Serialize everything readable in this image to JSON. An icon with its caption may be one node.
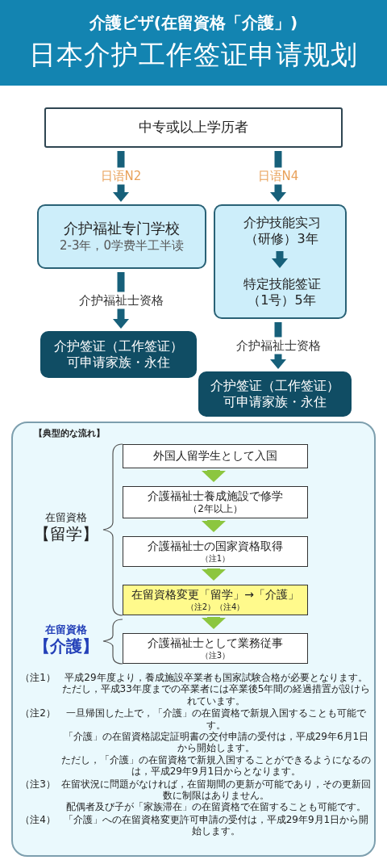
{
  "diagram": {
    "title": "日本介护工作签证申请规划",
    "nodes": [
      {
        "text": [
          "中专或以上学历者"
        ]
      },
      {
        "text": [
          "介护福祉专门学校",
          "2-3年，0学费半工半读"
        ]
      },
      {
        "text": [],
        "shape": "box"
      },
      {
        "text": [
          "介护技能实习（研修）3年"
        ],
        "in": 2
      },
      {
        "text": [
          "特定技能签证（1号）5年"
        ],
        "in": 2
      },
      {
        "text": [
          "介护签证（工作签证）可申请家族・永住"
        ]
      },
      {
        "text": [
          "介护签证（工作签证）可申请家族・永住"
        ]
      },
      {
        "text": [
          "【典型的な流れ】"
        ]
      },
      {
        "text": [
          "外国人留学生として入国"
        ],
        "in": 7
      },
      {
        "text": [
          "介護福祉士養成施設で修学",
          "（2年以上）"
        ],
        "in": 7
      },
      {
        "text": [
          "介護福祉士の国家資格取得",
          "（注1）"
        ],
        "in": 7
      },
      {
        "text": [
          "在留資格変更「留学」→「介護」",
          "（注2）（注4）"
        ],
        "in": 7
      },
      {
        "text": [
          "介護福祉士として業務従事",
          "（注3）"
        ],
        "in": 7
      }
    ],
    "edges": [
      {
        "from": 0,
        "to": 1,
        "arrow": "to",
        "label": "日语N2"
      },
      {
        "from": 0,
        "to": 2,
        "arrow": "to",
        "label": "日语N4"
      },
      {
        "from": 3,
        "to": 4,
        "arrow": "to"
      },
      {
        "from": 1,
        "to": 5,
        "arrow": "to",
        "label": "介护福祉士资格"
      },
      {
        "from": 2,
        "to": 6,
        "arrow": "to",
        "label": "介护福祉士资格"
      },
      {
        "from": 8,
        "to": 9,
        "arrow": "to",
        "color": "#8cc63f"
      },
      {
        "from": 9,
        "to": 10,
        "arrow": "to",
        "color": "#8cc63f"
      },
      {
        "from": 10,
        "to": 11,
        "arrow": "to",
        "color": "#8cc63f"
      },
      {
        "from": 11,
        "to": 12,
        "arrow": "to",
        "color": "#8cc63f"
      }
    ],
    "labels": [
      "介護ビザ(在留資格「介護」)",
      "在留資格",
      "【留学】",
      "在留資格",
      "【介護】",
      "（注1）",
      "平成29年度より，養成施設卒業者も国家試験合格が必要となります。",
      "ただし，平成33年度までの卒業者には卒業後5年間の経過措置が設けられています。",
      "（注2）",
      "一旦帰国した上で，「介護」の在留資格で新規入国することも可能です。",
      "「介護」の在留資格認定証明書の交付申請の受付は，平成29年6月1日から開始します。",
      "ただし，「介護」の在留資格で新規入国することができるようになるのは，平成29年9月1日からとなります。",
      "（注3）",
      "在留状況に問題がなければ，在留期間の更新が可能であり，その更新回数に制限はありません。",
      "配偶者及び子が「家族滞在」の在留資格で在留することも可能です。",
      "（注4）",
      "「介護」への在留資格変更許可申請の受付は，平成29年9月1日から開始します。"
    ]
  }
}
